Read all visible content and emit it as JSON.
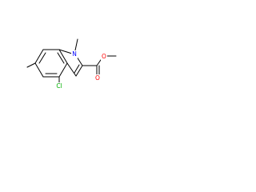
{
  "molecule": {
    "atoms": {
      "N": "N",
      "Cl": "Cl",
      "O_carbonyl": "O",
      "O_ester": "O"
    },
    "colors": {
      "bond": "#000000",
      "nitrogen": "#0000ff",
      "oxygen": "#ff0000",
      "chlorine": "#00b000"
    }
  }
}
